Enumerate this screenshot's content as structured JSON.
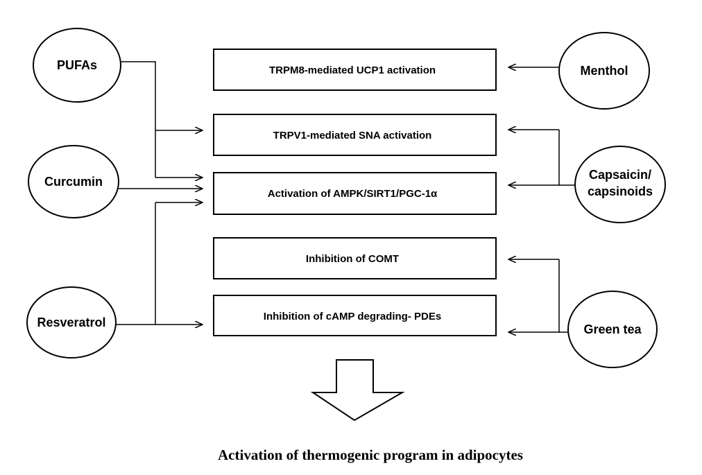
{
  "diagram": {
    "sources": {
      "pufas": "PUFAs",
      "curcumin": "Curcumin",
      "resveratrol": "Resveratrol",
      "menthol": "Menthol",
      "capsaicin_line1": "Capsaicin/",
      "capsaicin_line2": "capsinoids",
      "green_tea": "Green tea"
    },
    "mechanisms": {
      "trpm8": "TRPM8-mediated  UCP1 activation",
      "trpv1": "TRPV1-mediated  SNA activation",
      "ampk": "Activation of AMPK/SIRT1/PGC-1α",
      "comt": "Inhibition of COMT",
      "pde": "Inhibition of cAMP degrading- PDEs"
    },
    "outcome": "Activation of thermogenic program in adipocytes"
  }
}
